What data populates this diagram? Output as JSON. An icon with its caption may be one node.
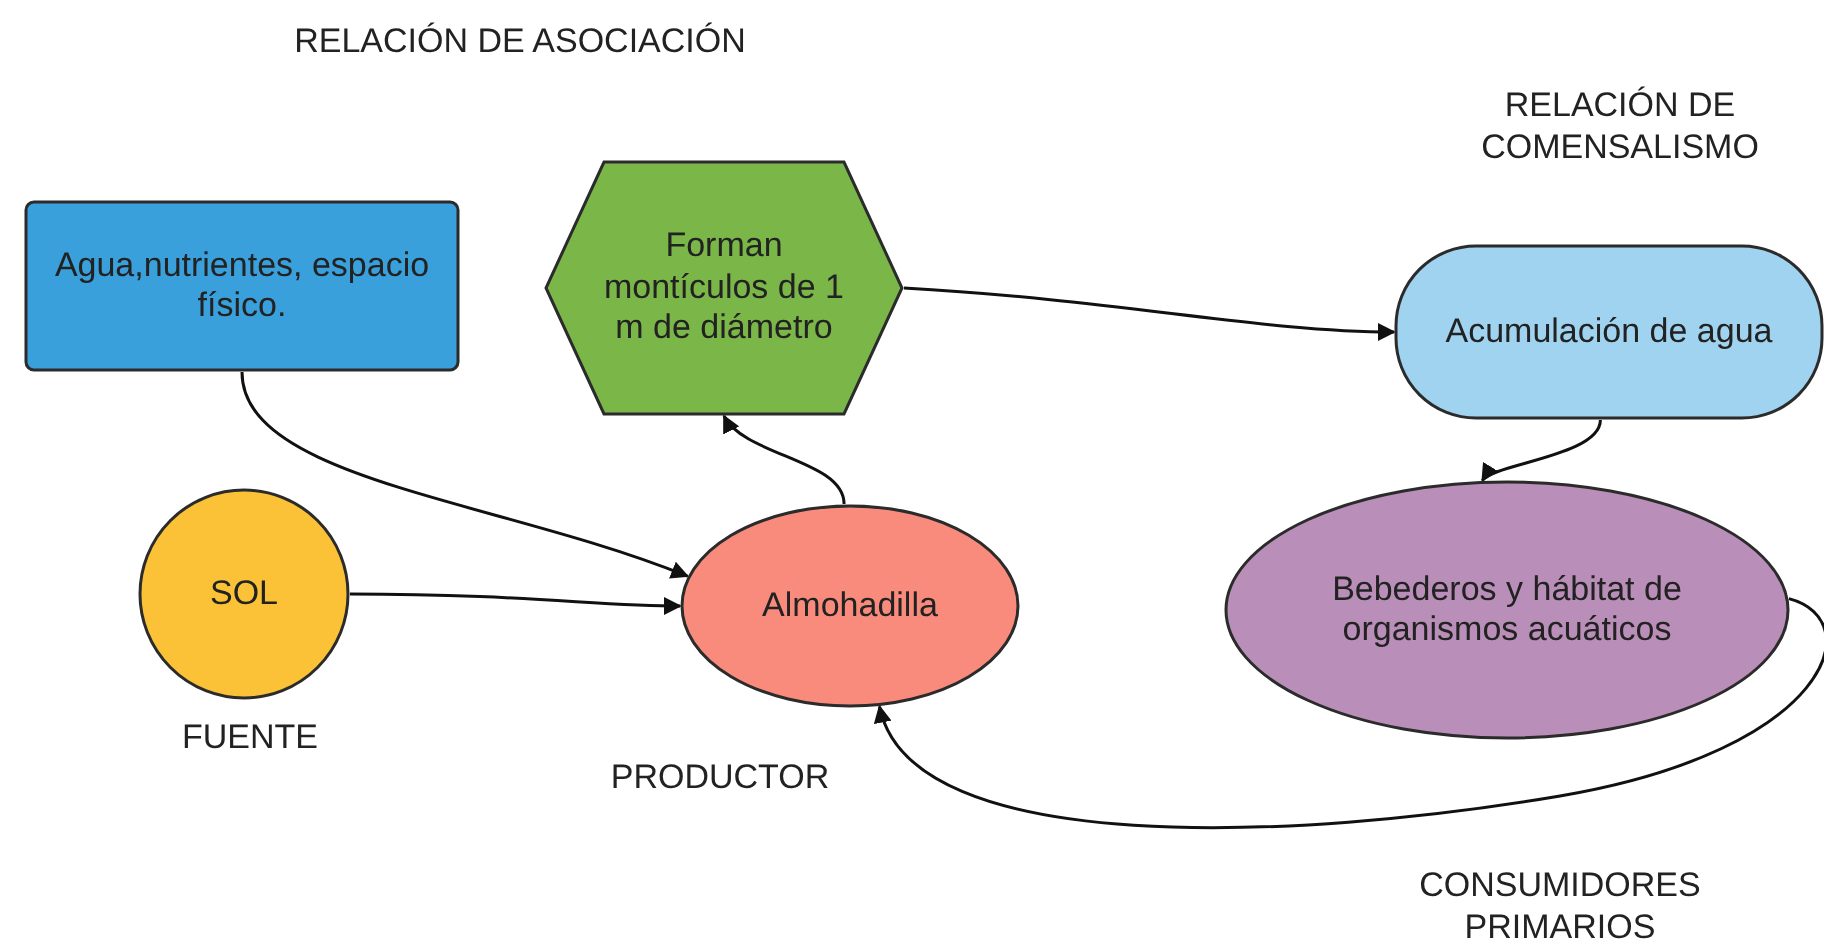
{
  "diagram": {
    "nodes": [
      {
        "text": [
          "Agua,nutrientes, espacio físico."
        ]
      },
      {
        "text": [
          "Forman montículos de 1 m de diámetro"
        ]
      },
      {
        "text": [
          "Acumulación de agua"
        ]
      },
      {
        "text": [
          "SOL"
        ],
        "beside": [
          "FUENTE"
        ]
      },
      {
        "text": [
          "Almohadilla"
        ],
        "beside": [
          "PRODUCTOR"
        ]
      },
      {
        "text": [
          "Bebederos y hábitat de organismos acuáticos"
        ],
        "beside": [
          "CONSUMIDORES PRIMARIOS"
        ]
      }
    ],
    "edges": [
      {
        "from": 0,
        "to": 4,
        "arrow": "to"
      },
      {
        "from": 3,
        "to": 4,
        "arrow": "to"
      },
      {
        "from": 4,
        "to": 1,
        "arrow": "to"
      },
      {
        "from": 1,
        "to": 2,
        "arrow": "to"
      },
      {
        "from": 2,
        "to": 5,
        "arrow": "to"
      },
      {
        "from": 5,
        "to": 4,
        "arrow": "to"
      }
    ],
    "labels": [
      "RELACIÓN DE ASOCIACIÓN",
      "RELACIÓN DE COMENSALISMO"
    ]
  }
}
